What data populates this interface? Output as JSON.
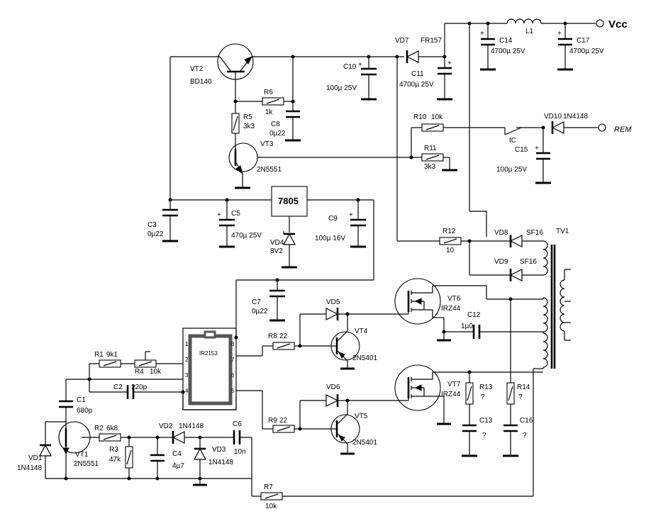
{
  "labels": {
    "vcc": "Vcc",
    "rem": "REM",
    "l1": "L1",
    "c14": "C14",
    "c14_val": "4700µ 25V",
    "c17": "C17",
    "c17_val": "4700µ 25V",
    "vd7": "VD7",
    "vd7_val": "FR157",
    "c10": "C10",
    "c10_val": "100µ 25V",
    "c11": "C11",
    "c11_val": "4700µ 25V",
    "vt2": "VT2",
    "vt2_val": "BD140",
    "r6": "R6",
    "r6_val": "1k",
    "r5": "R5",
    "r5_val": "3k3",
    "c8": "C8",
    "c8_val": "0µ22",
    "vt3": "VT3",
    "vt3_val": "2N5551",
    "r10": "R10",
    "r10_val": "10k",
    "r11": "R11",
    "r11_val": "3k3",
    "vd10": "VD10",
    "vd10_val": "1N4148",
    "tc": "tC",
    "c15": "C15",
    "c15_val": "100µ 25V",
    "u7805": "7805",
    "c3": "C3",
    "c3_val": "0µ22",
    "c5": "C5",
    "c5_val": "470µ 25V",
    "vd4": "VD4",
    "vd4_val": "8V2",
    "c9": "C9",
    "c9_val": "100µ 16V",
    "r12": "R12",
    "r12_val": "10",
    "vd8": "VD8",
    "vd8_val": "SF16",
    "vd9": "VD9",
    "vd9_val": "SF16",
    "tv1": "TV1",
    "c7": "C7",
    "c7_val": "0µ22",
    "vd5": "VD5",
    "vt6": "VT6",
    "vt6_val": "IRZ44",
    "c12": "C12",
    "c12_val": "1µ0",
    "vt4": "VT4",
    "vt4_val": "2N5401",
    "r8": "R8",
    "r8_val": "22",
    "ic": "IR2153",
    "pin1": "1",
    "pin2": "2",
    "pin3": "3",
    "pin4": "4",
    "pin5": "5",
    "pin6": "6",
    "pin7": "7",
    "pin8": "8",
    "r1": "R1",
    "r1_val": "9k1",
    "r4": "R4",
    "r4_val": "10k",
    "c2": "C2",
    "c2_val": "220p",
    "c1": "C1",
    "c1_val": "680p",
    "vd6": "VD6",
    "vt7": "VT7",
    "vt7_val": "IRZ44",
    "r13": "R13",
    "r13_val": "?",
    "r14": "R14",
    "r14_val": "?",
    "c13": "C13",
    "c13_val": "?",
    "c16": "C16",
    "c16_val": "?",
    "r9": "R9",
    "r9_val": "22",
    "vt5": "VT5",
    "vt5_val": "2N5401",
    "vd1": "VD1",
    "vd1_val": "1N4148",
    "vt1": "VT1",
    "vt1_val": "2N5551",
    "r2": "R2",
    "r2_val": "6k8",
    "r3": "R3",
    "r3_val": "47k",
    "vd2": "VD2",
    "vd2_val": "1N4148",
    "c4": "C4",
    "c4_val": "4µ7",
    "vd3": "VD3",
    "vd3_val": "1N4148",
    "c6": "C6",
    "c6_val": "10n",
    "r7": "R7",
    "r7_val": "10k",
    "plus": "+"
  }
}
